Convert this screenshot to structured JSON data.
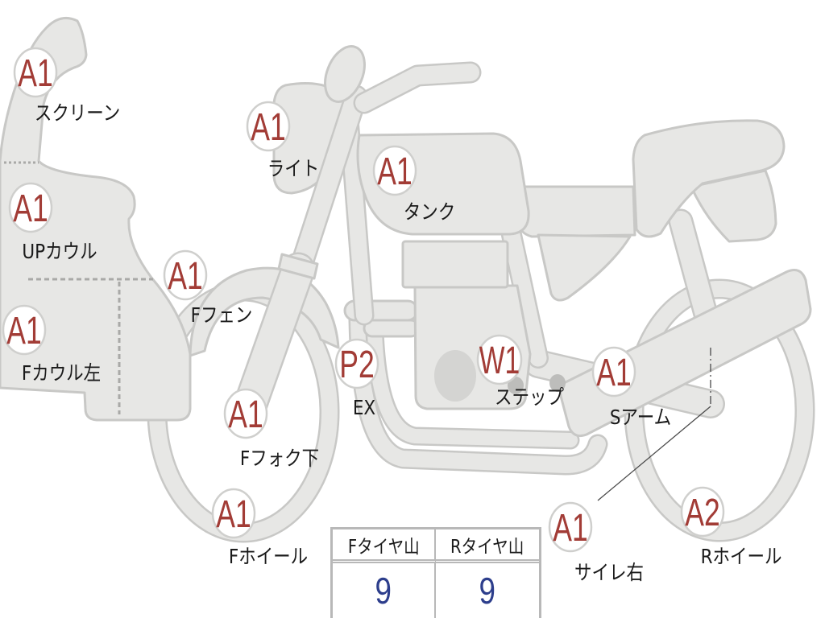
{
  "parts": [
    {
      "grade": "A1",
      "name": "スクリーン"
    },
    {
      "grade": "A1",
      "name": "UPカウル"
    },
    {
      "grade": "A1",
      "name": "Fカウル左"
    },
    {
      "grade": "A1",
      "name": "ライト"
    },
    {
      "grade": "A1",
      "name": "タンク"
    },
    {
      "grade": "A1",
      "name": "Fフェン"
    },
    {
      "grade": "P2",
      "name": "EX"
    },
    {
      "grade": "W1",
      "name": "ステップ"
    },
    {
      "grade": "A1",
      "name": "Sアーム"
    },
    {
      "grade": "A1",
      "name": "Fフォク下"
    },
    {
      "grade": "A1",
      "name": "Fホイール"
    },
    {
      "grade": "A1",
      "name": "サイレ右"
    },
    {
      "grade": "A2",
      "name": "Rホイール"
    }
  ],
  "tire_table": {
    "headers": [
      "Fタイヤ山",
      "Rタイヤ山"
    ],
    "values": [
      9,
      9
    ]
  },
  "colors": {
    "body_fill": "#e7e7e5",
    "body_outline": "#c8c8c6",
    "grade_text": "#a23c36",
    "tire_value_text": "#2d3e8c"
  }
}
